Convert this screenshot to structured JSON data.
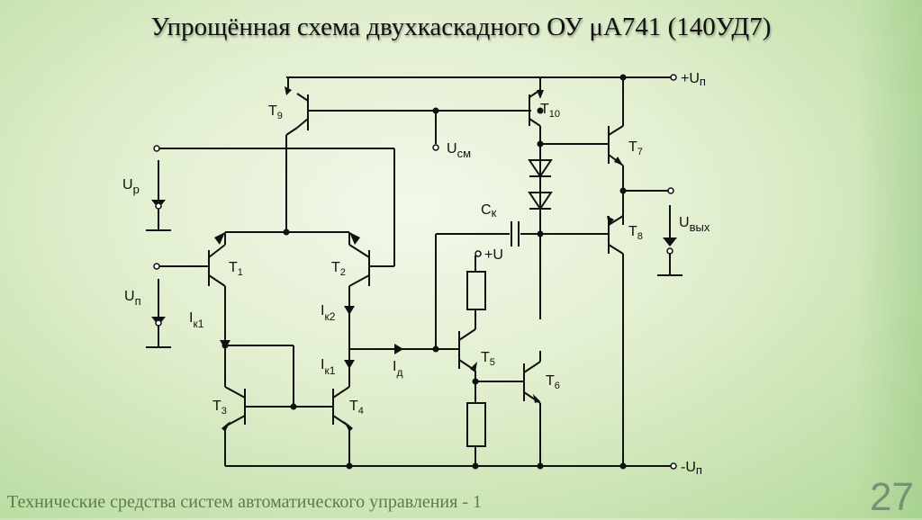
{
  "title": "Упрощённая схема двухкаскадного ОУ μА741 (140УД7)",
  "footer": "Технические средства систем автоматического управления - 1",
  "page_number": "27",
  "labels": {
    "up": "+U",
    "up_sub": "п",
    "un": "-U",
    "un_sub": "п",
    "plus_u": "+U",
    "ucm": "U",
    "ucm_sub": "см",
    "uvyx": "U",
    "uvyx_sub": "вых",
    "ur": "U",
    "ur_sub": "р",
    "uin": "U",
    "uin_sub": "п",
    "ck": "C",
    "ck_sub": "к",
    "ik1a": "I",
    "ik1a_sub": "к1",
    "ik2": "I",
    "ik2_sub": "к2",
    "ik1b": "I",
    "ik1b_sub": "к1",
    "id": "I",
    "id_sub": "д",
    "t1": "T",
    "t1_sub": "1",
    "t2": "T",
    "t2_sub": "2",
    "t3": "T",
    "t3_sub": "3",
    "t4": "T",
    "t4_sub": "4",
    "t5": "T",
    "t5_sub": "5",
    "t6": "T",
    "t6_sub": "6",
    "t7": "T",
    "t7_sub": "7",
    "t8": "T",
    "t8_sub": "8",
    "t9": "T",
    "t9_sub": "9",
    "t10": "T",
    "t10_sub": "10"
  }
}
